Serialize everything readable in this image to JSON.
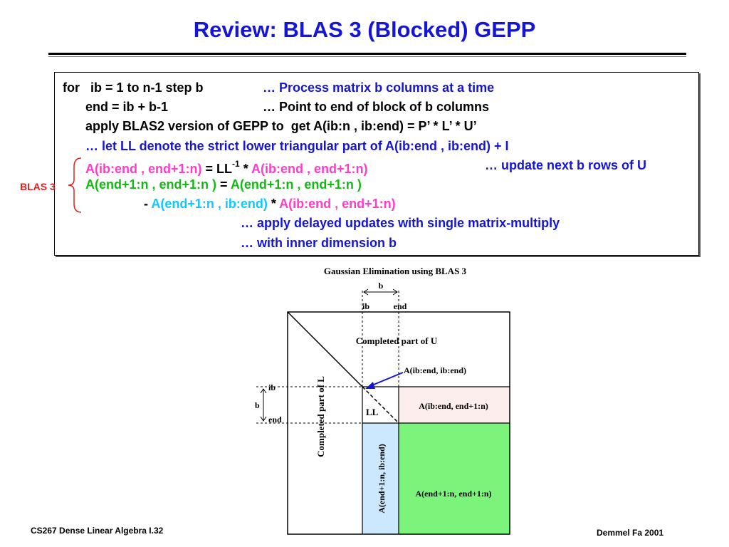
{
  "title": "Review: BLAS 3 (Blocked) GEPP",
  "code": {
    "l1_keyword": "for",
    "l1_loop": "ib = 1 to n-1 step b",
    "l1_comment": "… Process matrix b columns at a time",
    "l2_code": "end = ib + b-1",
    "l2_comment": "… Point to end of block of b columns",
    "l3_code": "apply BLAS2 version of GEPP to  get A(ib:n , ib:end) = P’ * L’ * U’",
    "l4_comment": "… let LL denote the strict lower triangular part of A(ib:end , ib:end) + I",
    "l5_a": "A(ib:end , end+1:n)",
    "l5_eq": " = LL",
    "l5_sup": "-1",
    "l5_mul": " * ",
    "l5_b": "A(ib:end , end+1:n)",
    "l5_comment": "… update next b rows of U",
    "l6_a": "A(end+1:n , end+1:n )",
    "l6_eq": " = ",
    "l6_b": "A(end+1:n , end+1:n )",
    "l7_minus": "- ",
    "l7_a": "A(end+1:n , ib:end)",
    "l7_mul": " * ",
    "l7_b": "A(ib:end , end+1:n)",
    "l8_comment": "… apply delayed updates with single matrix-multiply",
    "l9_comment": "… with inner dimension b"
  },
  "blas3_label": "BLAS 3",
  "diagram": {
    "title": "Gaussian Elimination using BLAS 3",
    "b_top": "b",
    "ib_top": "ib",
    "end_top": "end",
    "ib_left": "ib",
    "b_left": "b",
    "end_left": "end",
    "completed_u": "Completed part of U",
    "completed_l": "Completed part of L",
    "a_ib_ib": "A(ib:end, ib:end)",
    "a_ib_end": "A(ib:end, end+1:n)",
    "ll": "LL",
    "a_end_ib": "A(end+1:n,  ib:end)",
    "a_end_end": "A(end+1:n, end+1:n)"
  },
  "colors": {
    "title": "#1515d8",
    "pink_block": "#fdeeee",
    "blue_block": "#cce8ff",
    "green_block": "#7cf47c",
    "arrow": "#1515d8"
  },
  "footer": {
    "left": "CS267  Dense Linear Algebra I.32",
    "right": "Demmel Fa 2001"
  }
}
